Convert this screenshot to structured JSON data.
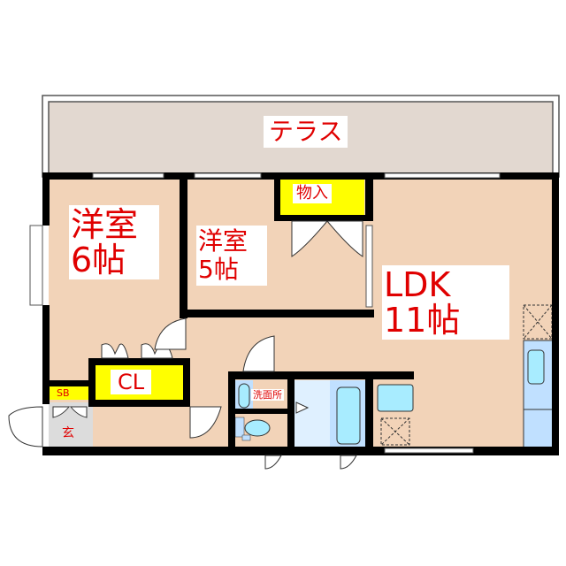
{
  "floorplan": {
    "colors": {
      "floor": "#f2d3b8",
      "terrace": "#e2d8d0",
      "storage": "#ffff00",
      "wall": "#000000",
      "water": "#c0e0ff",
      "fixture": "#a8ecff",
      "entrance": "#dcdcdc",
      "label": "#e00000"
    },
    "rooms": {
      "terrace": {
        "label": "テラス"
      },
      "western_6": {
        "line1": "洋室",
        "line2": "6帖"
      },
      "western_5": {
        "line1": "洋室",
        "line2": "5帖"
      },
      "storage": {
        "label": "物入"
      },
      "ldk": {
        "line1": "LDK",
        "line2": "11帖"
      },
      "closet": {
        "label": "CL"
      },
      "shoe_box": {
        "label": "SB"
      },
      "entrance": {
        "label": "玄"
      },
      "washroom": {
        "label": "洗面所"
      }
    }
  }
}
